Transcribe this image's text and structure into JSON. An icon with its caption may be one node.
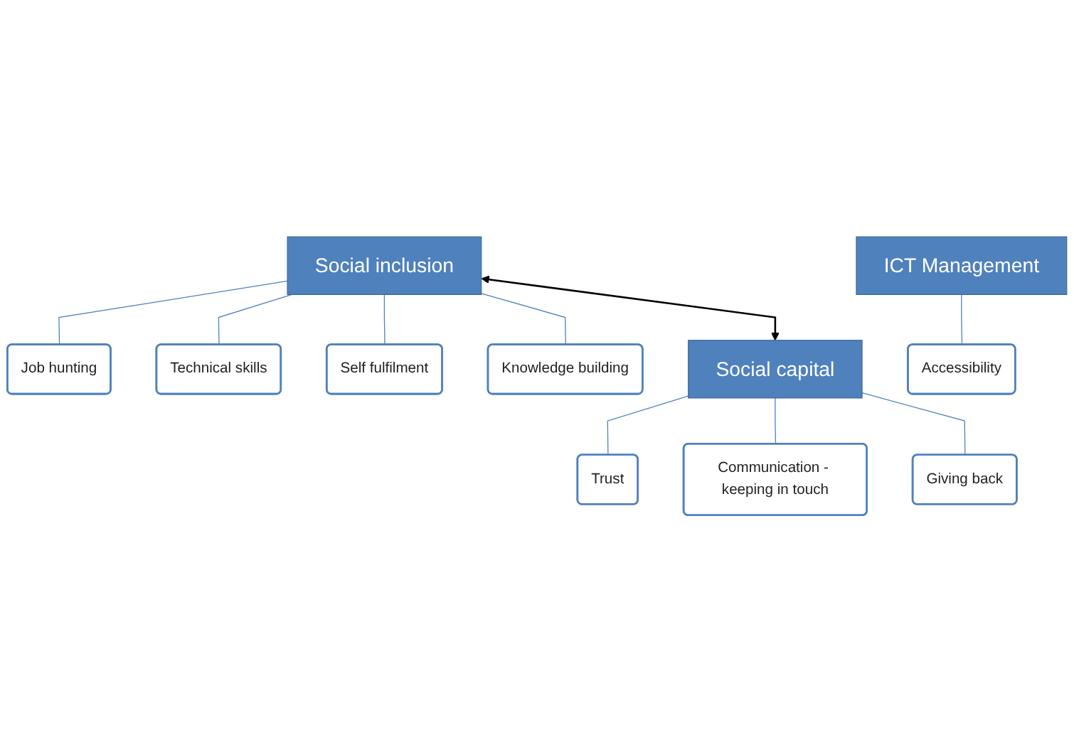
{
  "diagram": {
    "nodes": [
      {
        "text": [
          "Social inclusion"
        ]
      },
      {
        "text": [
          "Job hunting"
        ]
      },
      {
        "text": [
          "Technical skills"
        ]
      },
      {
        "text": [
          "Self fulfilment"
        ]
      },
      {
        "text": [
          "Knowledge building"
        ]
      },
      {
        "text": [
          "Social capital"
        ]
      },
      {
        "text": [
          "Trust"
        ]
      },
      {
        "text": [
          "Communication - keeping in touch"
        ]
      },
      {
        "text": [
          "Giving back"
        ]
      },
      {
        "text": [
          "ICT Management"
        ]
      },
      {
        "text": [
          "Accessibility"
        ]
      }
    ],
    "edges": [
      {
        "from": 0,
        "to": 1,
        "arrow": "none"
      },
      {
        "from": 0,
        "to": 2,
        "arrow": "none"
      },
      {
        "from": 0,
        "to": 3,
        "arrow": "none"
      },
      {
        "from": 0,
        "to": 4,
        "arrow": "none"
      },
      {
        "from": 5,
        "to": 6,
        "arrow": "none"
      },
      {
        "from": 5,
        "to": 7,
        "arrow": "none"
      },
      {
        "from": 5,
        "to": 8,
        "arrow": "none"
      },
      {
        "from": 9,
        "to": 10,
        "arrow": "none"
      },
      {
        "from": 0,
        "to": 5,
        "arrow": "both",
        "color": "#000000"
      }
    ]
  }
}
